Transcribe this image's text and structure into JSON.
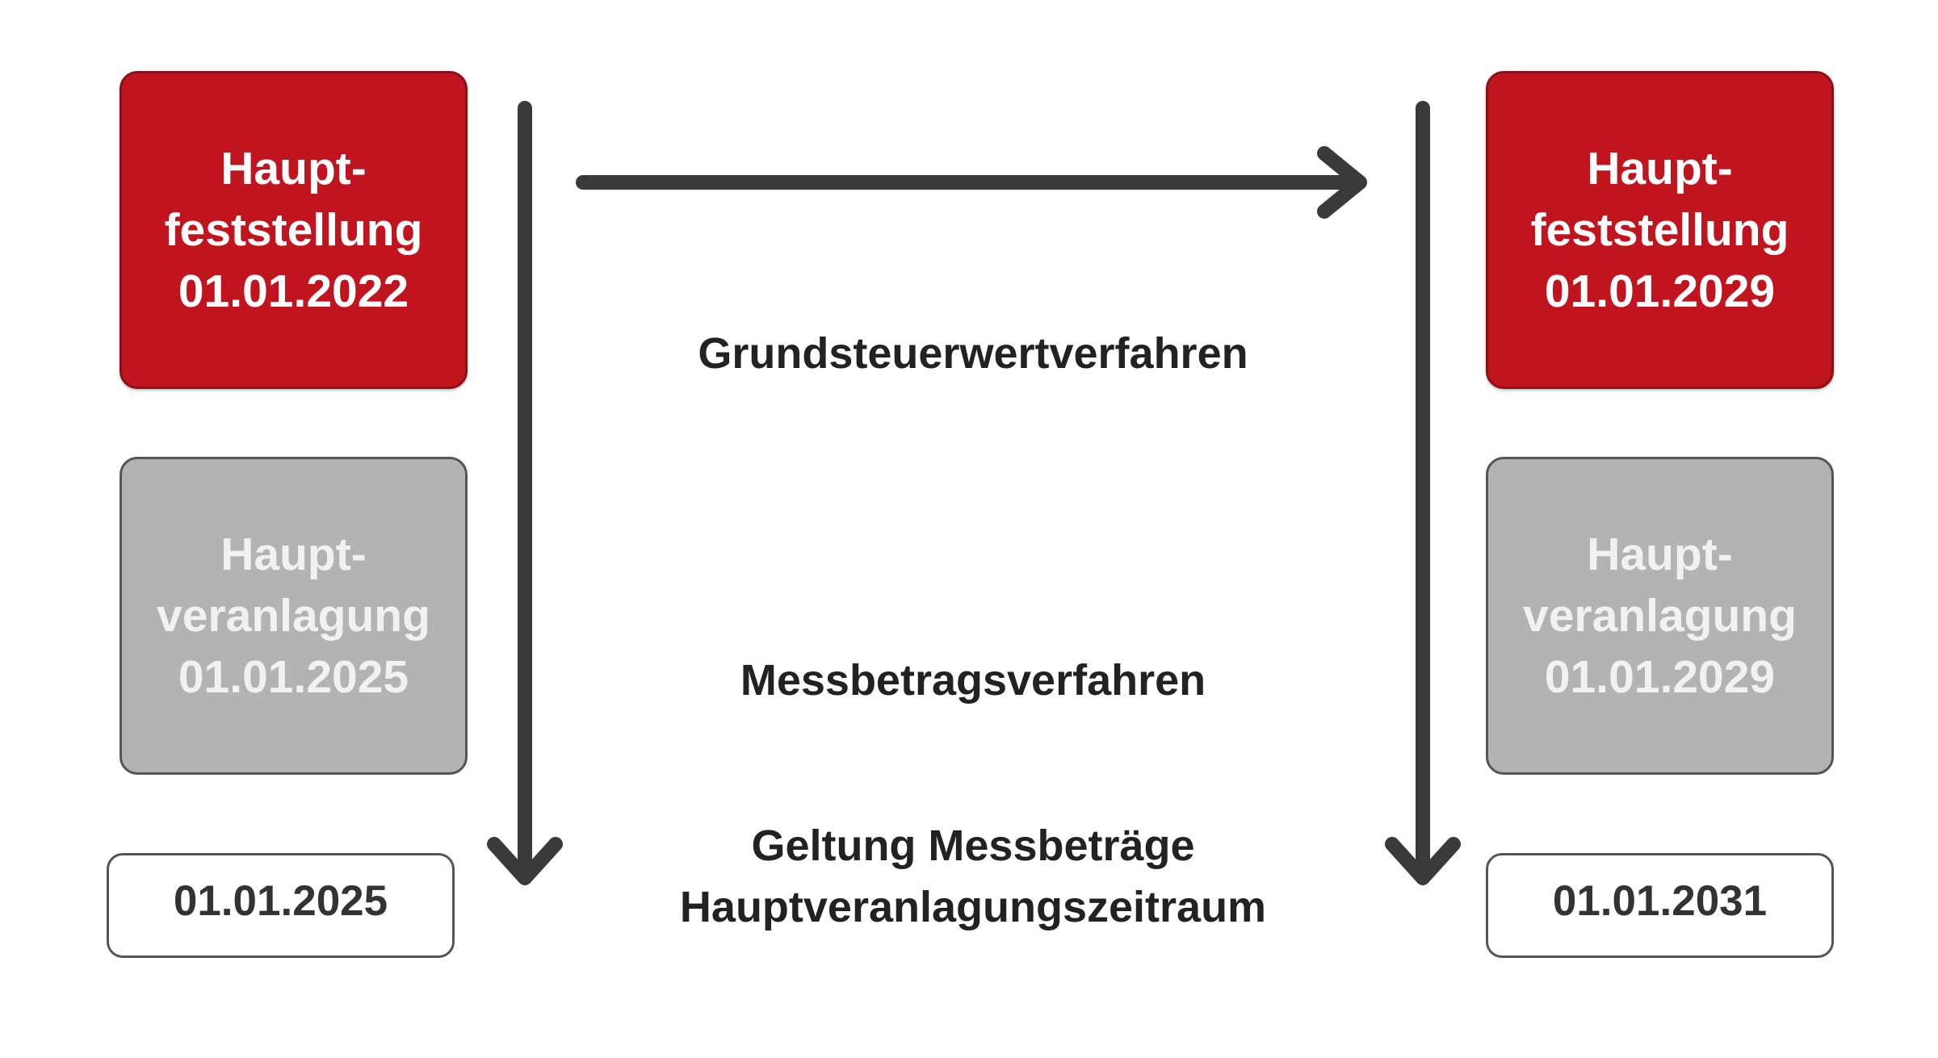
{
  "left": {
    "feststellung": "Haupt-\nfeststellung\n01.01.2022",
    "veranlagung": "Haupt-\nveranlagung\n01.01.2025",
    "date": "01.01.2025"
  },
  "right": {
    "feststellung": "Haupt-\nfeststellung\n01.01.2029",
    "veranlagung": "Haupt-\nveranlagung\n01.01.2029",
    "date": "01.01.2031"
  },
  "labels": {
    "grundsteuerwert": "Grundsteuerwertverfahren",
    "messbetrag": "Messbetragsverfahren",
    "geltung": "Geltung Messbeträge\nHauptveranlagungszeitraum"
  },
  "colors": {
    "red_box": "#c0141f",
    "gray_box": "#b3b3b3",
    "arrow": "#3a3a3a"
  }
}
